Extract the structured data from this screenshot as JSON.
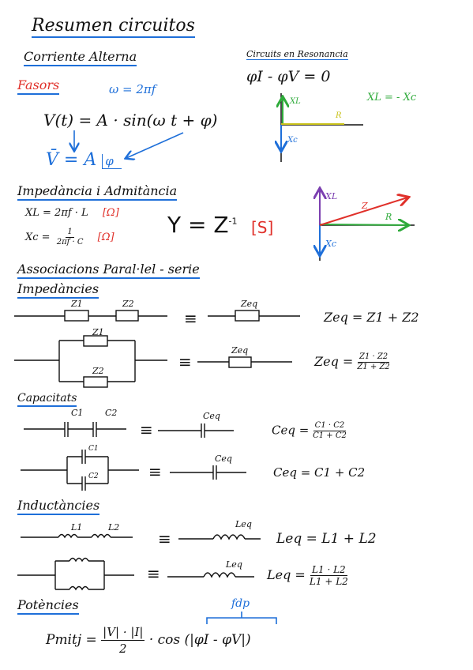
{
  "title": "Resumen circuitos",
  "corriente_alterna": "Corriente Alterna",
  "fasors": {
    "heading": "Fasors",
    "omega": "ω = 2πf",
    "vt": "V(t) = A · sin(ω t + φ)",
    "v_bar": "V̄ =",
    "a_angle": "A",
    "phi": "φ"
  },
  "resonancia": {
    "heading": "Circuits en Resonancia",
    "eq": "φI - φV = 0",
    "xl": "XL",
    "xc": "Xc",
    "r": "R",
    "rel": "XL = - Xc"
  },
  "impedancia": {
    "heading": "Impedància i Admitància",
    "xl_eq": "XL = 2πf · L",
    "xl_unit": "[Ω]",
    "xc_lhs": "Xc =",
    "xc_num": "1",
    "xc_den": "2πf · C",
    "xc_unit": "[Ω]",
    "y_eq": "Y = Z",
    "y_exp": "-1",
    "y_unit": "[S]",
    "diag_xl": "XL",
    "diag_z": "Z",
    "diag_r": "R",
    "diag_xc": "Xc"
  },
  "associacions": {
    "heading": "Associacions Paral·lel - serie",
    "impedancies": "Impedàncies",
    "z1": "Z1",
    "z2": "Z2",
    "zeq": "Zeq",
    "equiv": "≡",
    "serie_formula": "Zeq = Z1 + Z2",
    "par_lhs": "Zeq =",
    "par_num": "Z1 · Z2",
    "par_den": "Z1 + Z2"
  },
  "capacitats": {
    "heading": "Capacitats",
    "c1": "C1",
    "c2": "C2",
    "ceq": "Ceq",
    "serie_lhs": "Ceq =",
    "serie_num": "C1 · C2",
    "serie_den": "C1 + C2",
    "par_formula": "Ceq = C1 + C2"
  },
  "inductancies": {
    "heading": "Inductàncies",
    "l1": "L1",
    "l2": "L2",
    "leq": "Leq",
    "serie_formula": "Leq = L1 + L2",
    "par_lhs": "Leq =",
    "par_num": "L1 · L2",
    "par_den": "L1 + L2"
  },
  "potencies": {
    "heading": "Potències",
    "fdp": "fdp",
    "lhs": "Pmitj =",
    "num": "|V| · |I|",
    "den": "2",
    "cos": "· cos (|φI - φV|)"
  },
  "colors": {
    "blue": "#1e6fd9",
    "red": "#e0302a",
    "green": "#2eaa3a",
    "yellow": "#c9c21a",
    "purple": "#7b3fb0"
  }
}
